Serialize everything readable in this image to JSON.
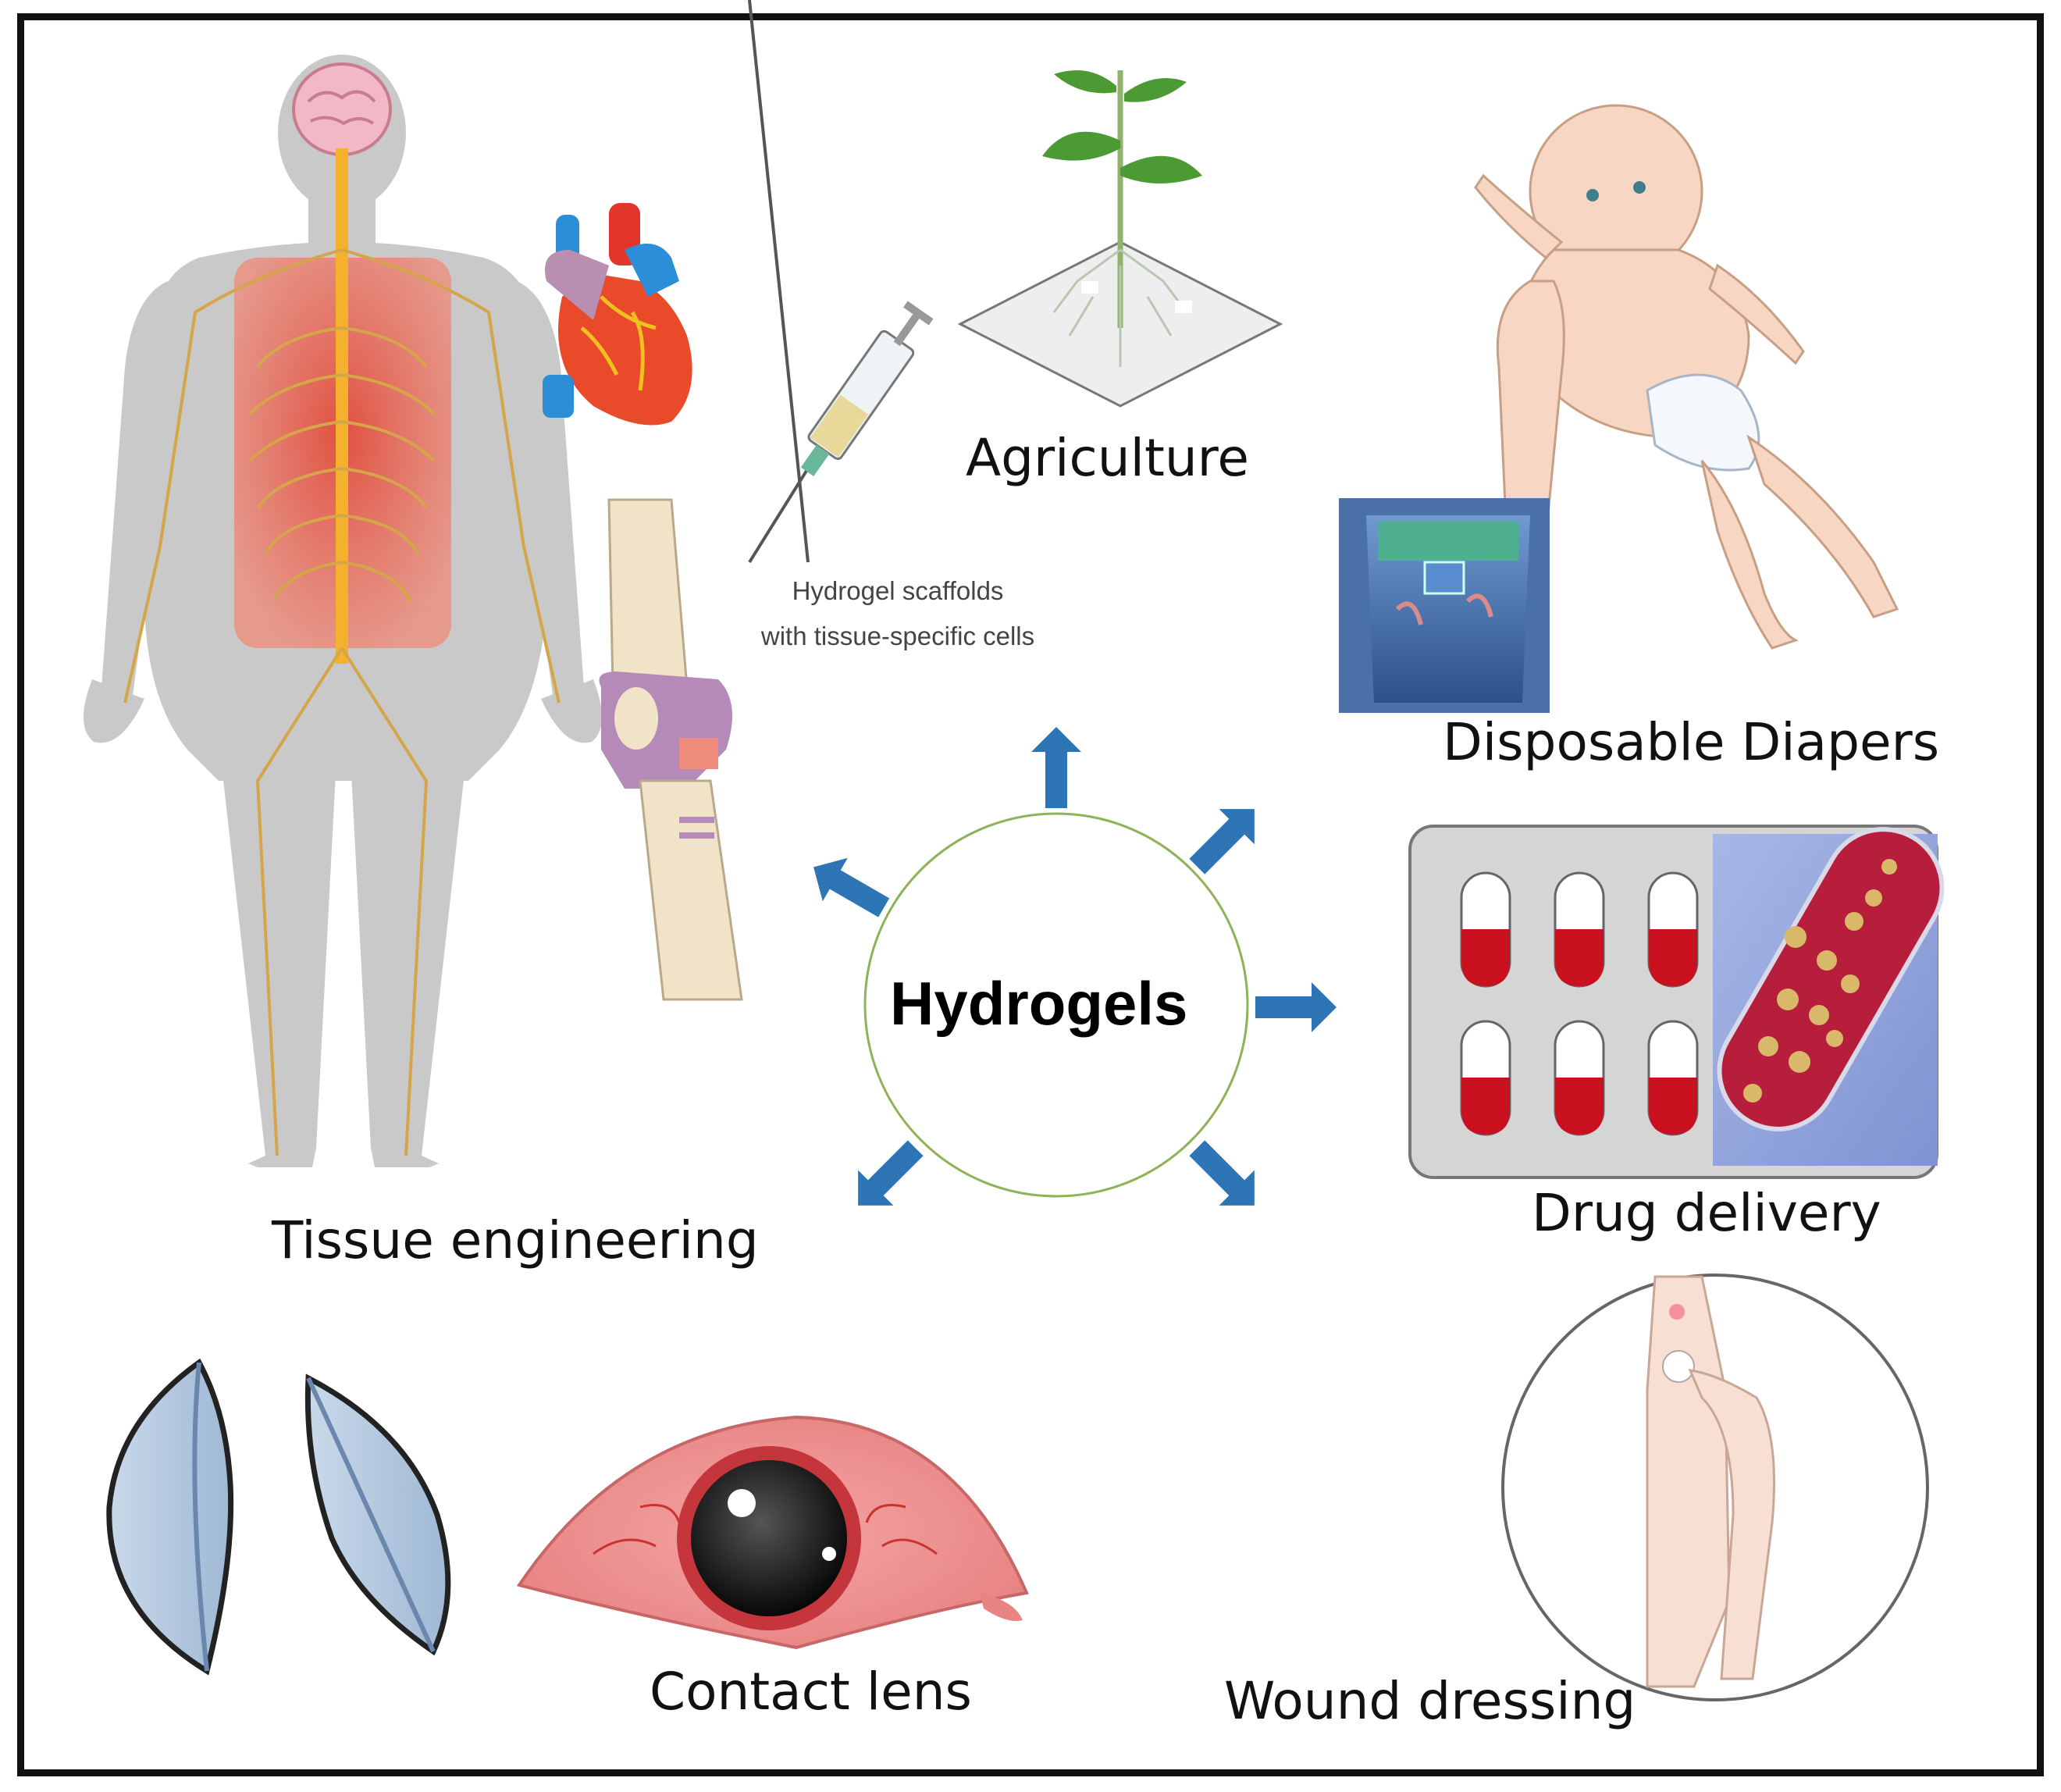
{
  "diagram": {
    "center": {
      "label": "Hydrogels"
    },
    "applications": {
      "agriculture": "Agriculture",
      "scaffolds_line1": "Hydrogel scaffolds",
      "scaffolds_line2": "with tissue-specific cells",
      "diapers": "Disposable Diapers",
      "drug_delivery": "Drug delivery",
      "tissue_engineering": "Tissue engineering",
      "contact_lens": "Contact lens",
      "wound_dressing": "Wound dressing"
    },
    "colors": {
      "arrow": "#2E75B6",
      "circle_border": "#8DB356",
      "frame": "#111111"
    },
    "icons": [
      "human-body-nervous-system-icon",
      "heart-icon",
      "knee-joint-icon",
      "syringe-icon",
      "plant-icon",
      "baby-diaper-icon",
      "diaper-photo-icon",
      "pill-blister-icon",
      "bead-tube-icon",
      "wound-dressing-icon",
      "contact-lens-icon",
      "eye-icon"
    ]
  }
}
